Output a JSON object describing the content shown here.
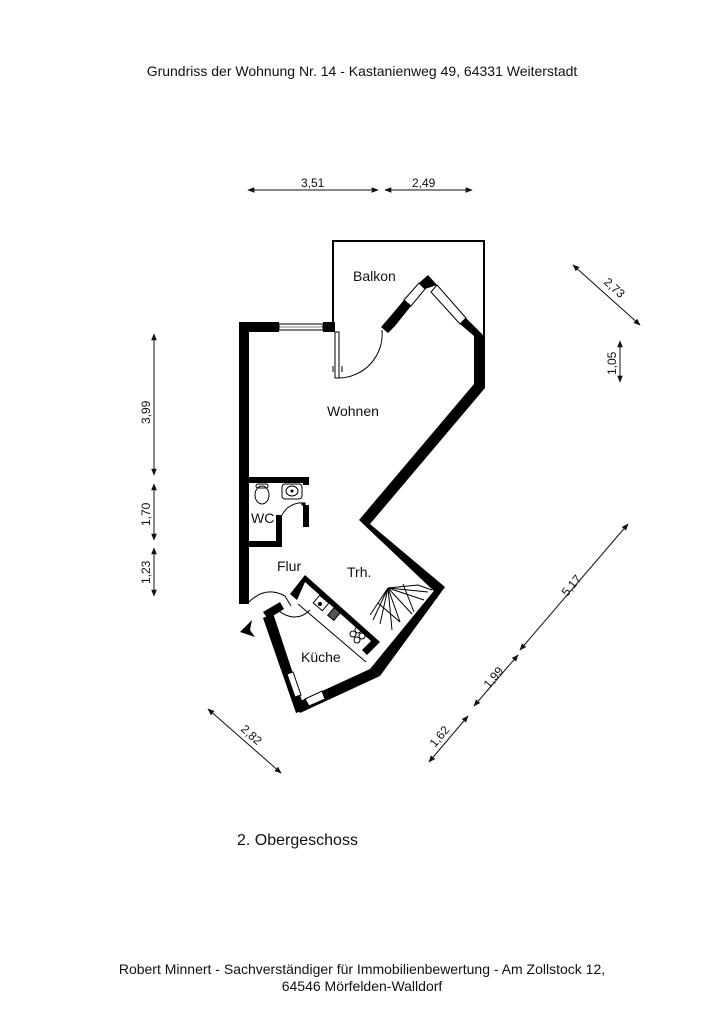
{
  "header": {
    "title": "Grundriss der Wohnung Nr. 14 - Kastanienweg 49, 64331 Weiterstadt"
  },
  "rooms": {
    "balkon": "Balkon",
    "wohnen": "Wohnen",
    "wc": "WC",
    "flur": "Flur",
    "treppenhaus": "Trh.",
    "kueche": "Küche"
  },
  "dimensions": {
    "top_left": "3,51",
    "top_right": "2,49",
    "left_upper": "3,99",
    "left_middle": "1,70",
    "left_lower": "1,23",
    "right_diag_top": "2,73",
    "right_vertical": "1,05",
    "right_diag_long": "5,17",
    "right_diag_mid": "1,99",
    "right_diag_low": "1,62",
    "bottom_left_diag": "2,82"
  },
  "floor_label": "2. Obergeschoss",
  "footer": {
    "line1": "Robert Minnert - Sachverständiger für Immobilienbewertung - Am Zollstock 12,",
    "line2": "64546 Mörfelden-Walldorf"
  },
  "colors": {
    "wall": "#000000",
    "background": "#ffffff",
    "line": "#111111"
  }
}
